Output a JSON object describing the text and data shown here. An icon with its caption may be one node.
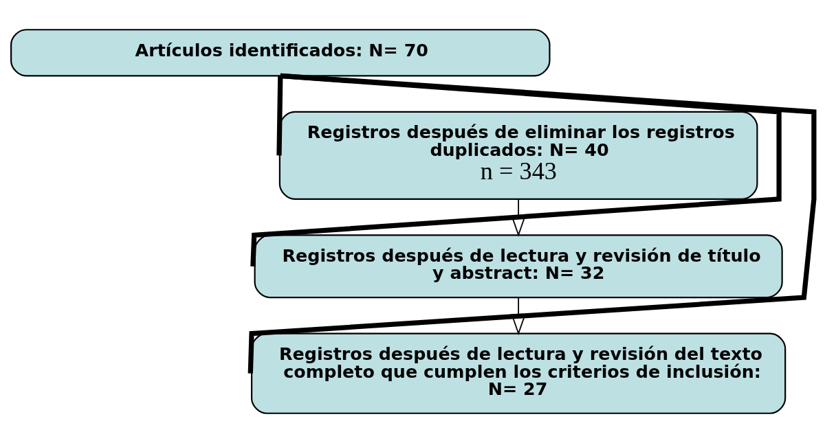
{
  "diagram": {
    "nodes": [
      {
        "text": [
          "Artículos identificados: N= 70"
        ]
      },
      {
        "text": [
          "Registros después de eliminar los registros duplicados: N= 40",
          "n = 343"
        ]
      },
      {
        "text": [
          "Registros después de lectura y revisión de título y abstract: N= 32"
        ]
      },
      {
        "text": [
          "Registros después de lectura y revisión del texto completo que cumplen los criterios de inclusión: N= 27"
        ]
      }
    ],
    "edges": [
      {
        "from": 0,
        "to": 1,
        "arrow": "none"
      },
      {
        "from": 0,
        "to": 2,
        "arrow": "none"
      },
      {
        "from": 0,
        "to": 3,
        "arrow": "none"
      },
      {
        "from": 1,
        "to": 2,
        "arrow": "to"
      },
      {
        "from": 2,
        "to": 3,
        "arrow": "to"
      }
    ]
  }
}
